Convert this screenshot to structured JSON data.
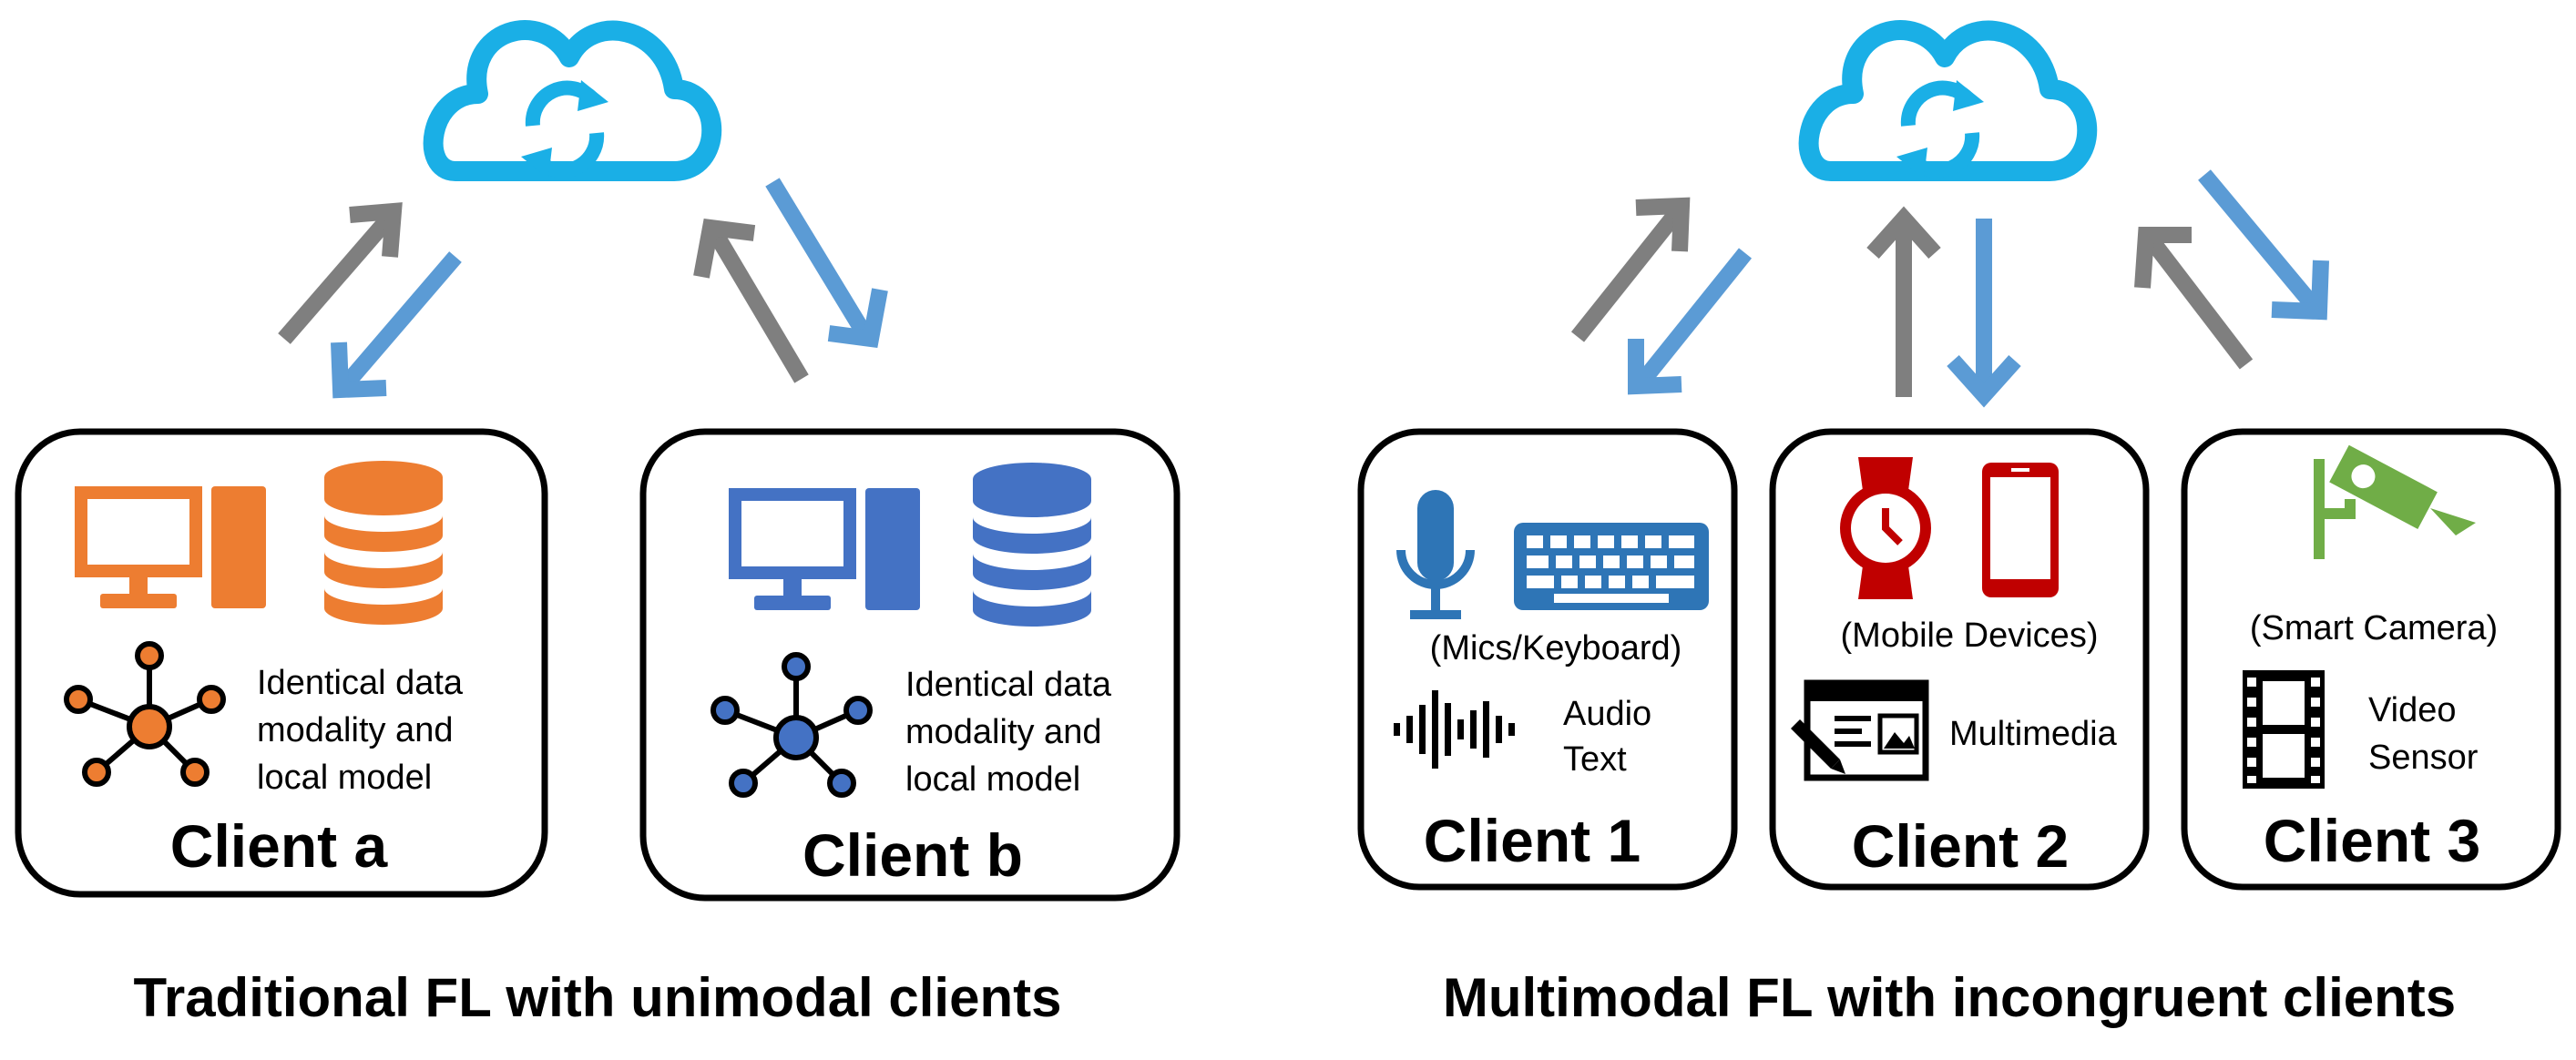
{
  "colors": {
    "cloud": "#1AAFE6",
    "arrow_up": "#7F7F7F",
    "arrow_down": "#5B9BD5",
    "orange": "#ED7D31",
    "blue_device": "#4472C4",
    "mic_blue": "#2E75B6",
    "red": "#C00000",
    "green": "#70AD47",
    "black": "#000000"
  },
  "left_panel": {
    "clients": [
      {
        "title": "Client a",
        "desc_lines": [
          "Identical data",
          "modality and",
          "local model"
        ]
      },
      {
        "title": "Client b",
        "desc_lines": [
          "Identical data",
          "modality and",
          "local model"
        ]
      }
    ],
    "caption": "Traditional FL with unimodal clients"
  },
  "right_panel": {
    "clients": [
      {
        "title": "Client 1",
        "devices": "(Mics/Keyboard)",
        "modalities": [
          "Audio",
          "Text"
        ]
      },
      {
        "title": "Client 2",
        "devices": "(Mobile Devices)",
        "modalities": [
          "Multimedia"
        ]
      },
      {
        "title": "Client 3",
        "devices": "(Smart Camera)",
        "modalities": [
          "Video",
          "Sensor"
        ]
      }
    ],
    "caption": "Multimodal FL with incongruent clients"
  },
  "icons": [
    "cloud-sync-icon",
    "desktop-computer-icon",
    "database-icon",
    "network-hub-icon",
    "microphone-icon",
    "keyboard-icon",
    "audio-waveform-icon",
    "smartwatch-icon",
    "smartphone-icon",
    "multimedia-editor-icon",
    "security-camera-icon",
    "film-strip-icon"
  ]
}
